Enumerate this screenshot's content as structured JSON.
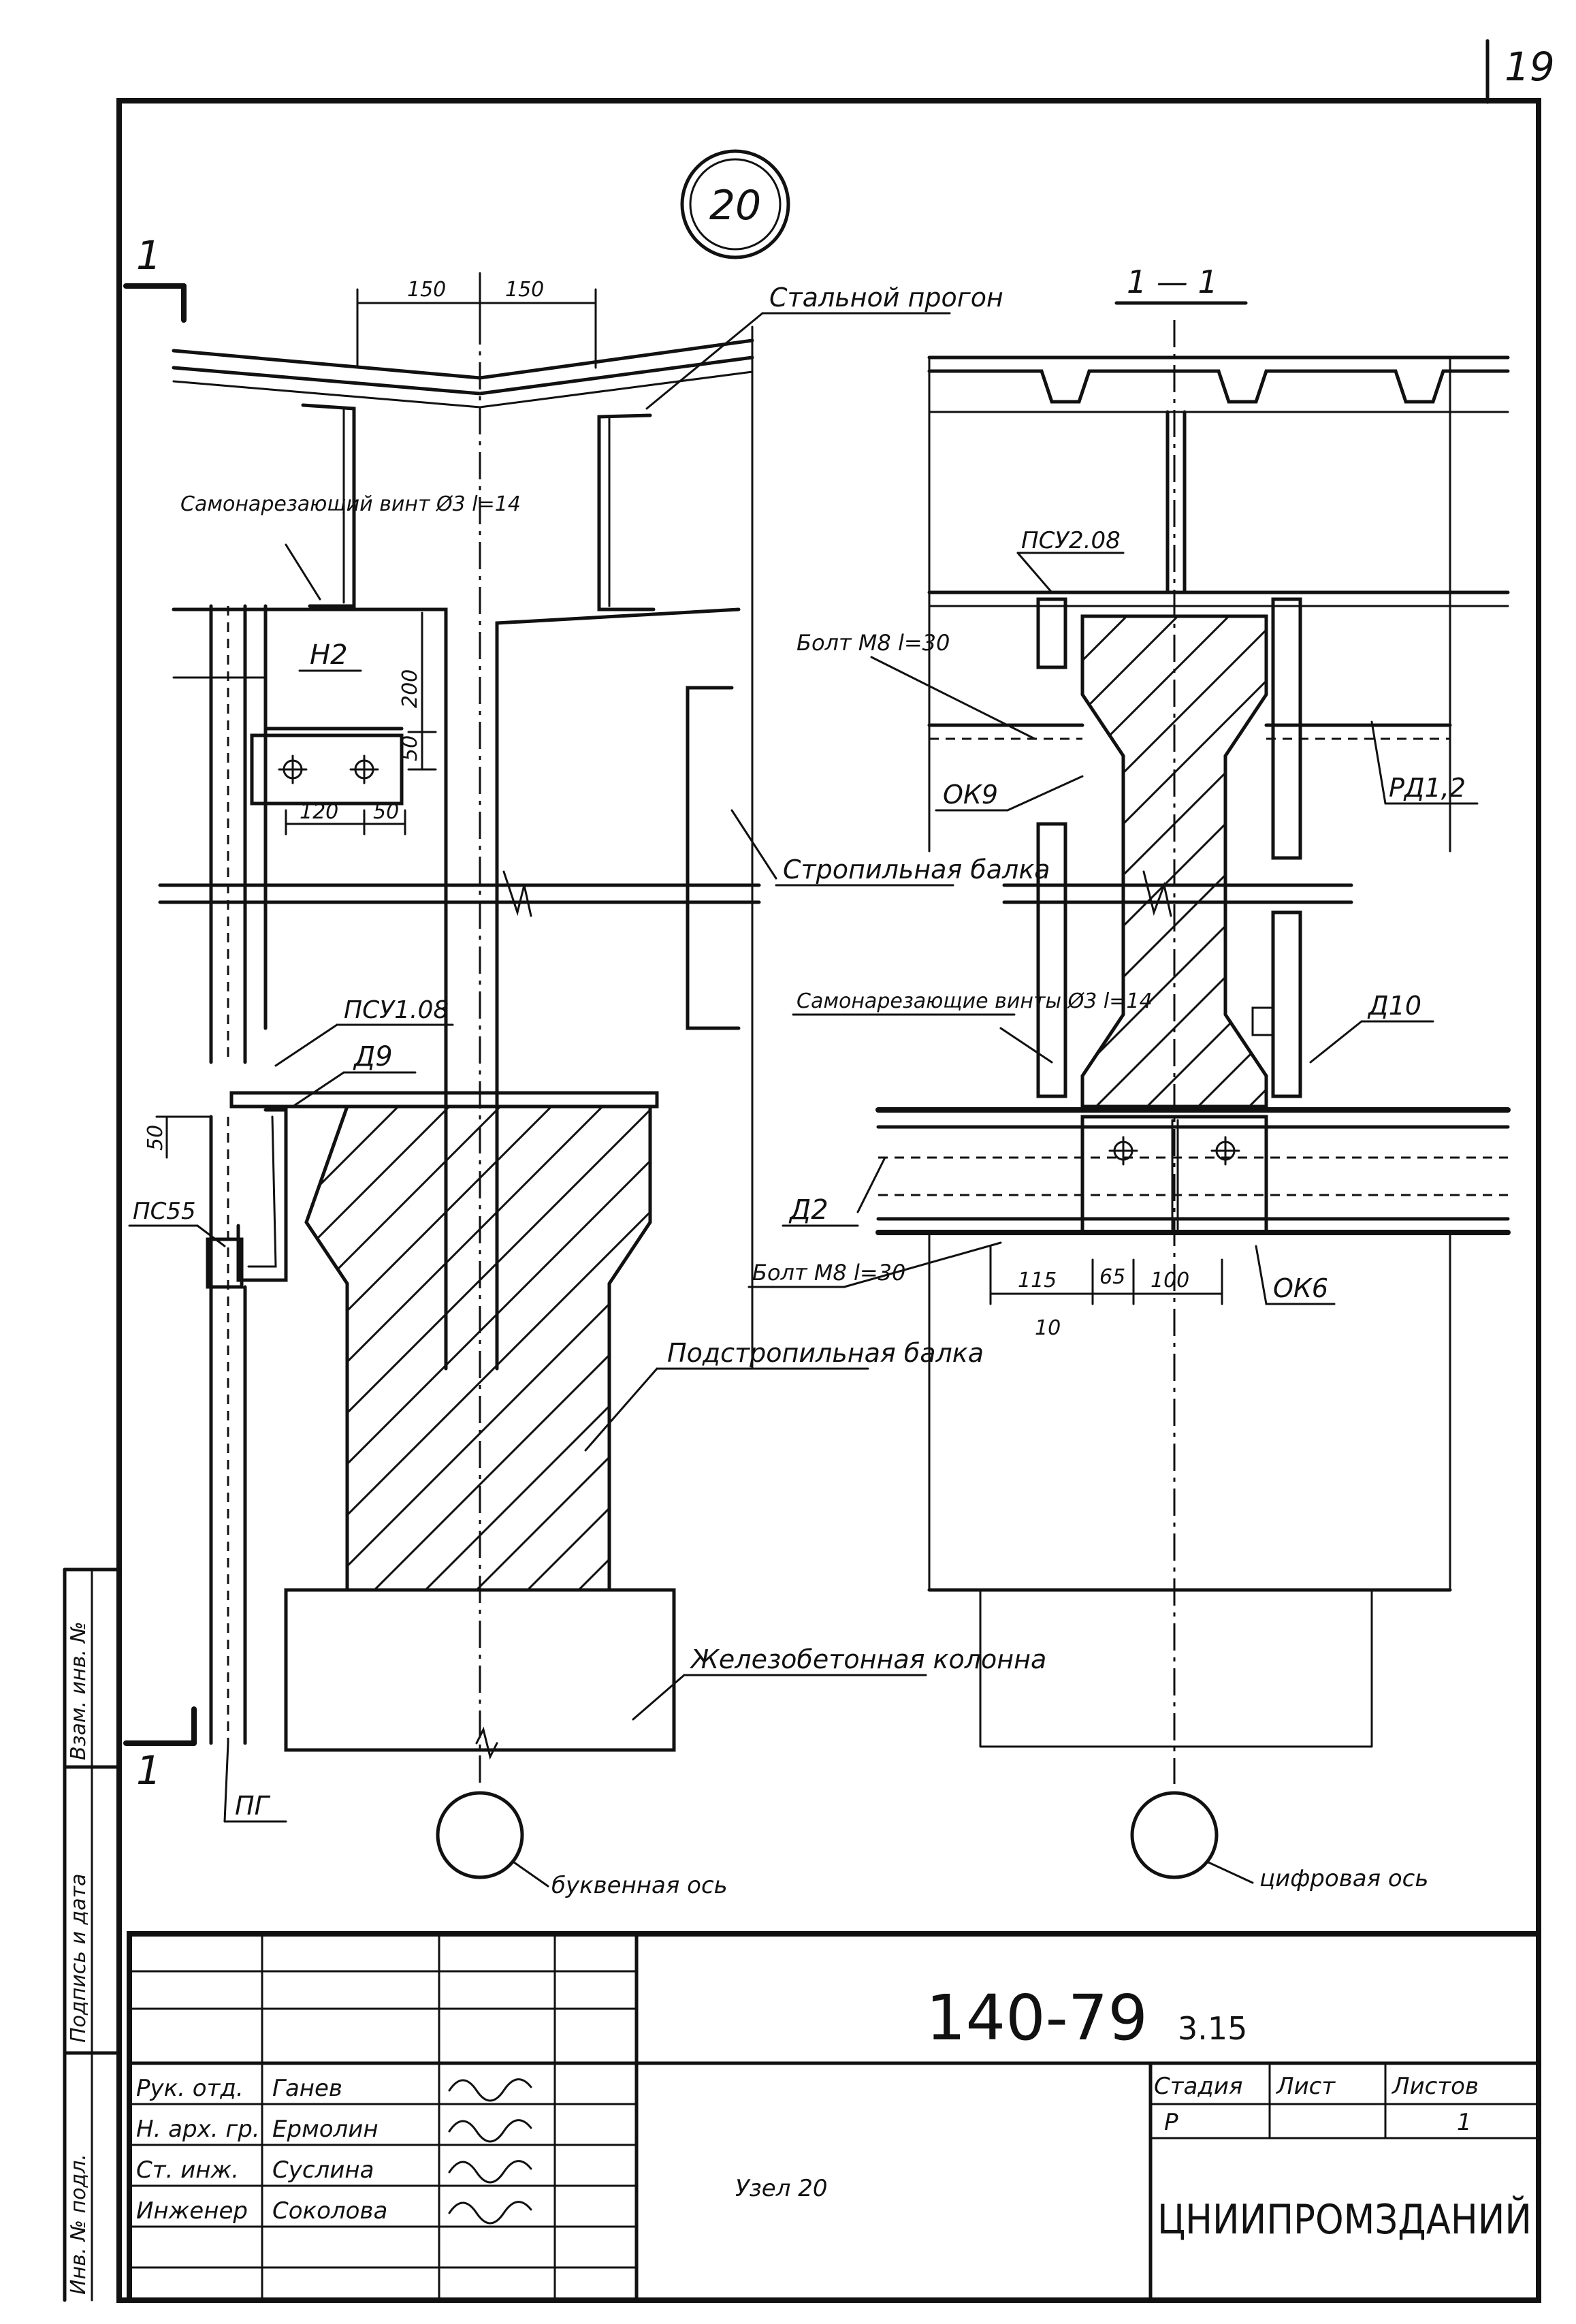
{
  "sheet": {
    "page_number": "19"
  },
  "node": {
    "circle_number": "20",
    "section_marker": "1",
    "section_title": "1 — 1",
    "section_marker_bottom": "1"
  },
  "labels": {
    "steel_purlin": "Стальной прогон",
    "self_tapping_screw_left": "Самонарезающий винт Ø3 l=14",
    "n2": "Н2",
    "rafter_beam": "Стропильная балка",
    "psu_1_08": "ПСУ1.08",
    "d9": "Д9",
    "ps55": "ПС55",
    "sub_rafter_beam": "Подстропильная балка",
    "rc_column": "Железобетонная колонна",
    "pg": "ПГ",
    "letter_axis": "буквенная ось",
    "digital_axis": "цифровая ось",
    "psu_2_08": "ПСУ2.08",
    "bolt_top": "Болт М8 l=30",
    "ok9": "ОК9",
    "rd12": "РД1,2",
    "self_tapping_screws_right": "Самонарезающие винты Ø3 l=14",
    "d10": "Д10",
    "d2": "Д2",
    "bolt_bottom": "Болт М8 l=30",
    "ok6": "ОК6"
  },
  "dimensions": {
    "d150_left": "150",
    "d150_right": "150",
    "d200": "200",
    "d50_plate": "50",
    "d120": "120",
    "d50_bottom": "50",
    "d50_left": "50",
    "d115": "115",
    "d65": "65",
    "d100": "100",
    "d10": "10"
  },
  "side_stamp": {
    "inv_no_replaced": "Взам. инв. №",
    "signature_date": "Подпись и дата",
    "inv_no_original": "Инв. № подл."
  },
  "title_block": {
    "document_code": "140-79",
    "document_code_suffix": "3.15",
    "title": "Узел 20",
    "stage_header": "Стадия",
    "sheet_header": "Лист",
    "sheets_header": "Листов",
    "stage_value": "Р",
    "sheets_value": "1",
    "organization": "ЦНИИПРОМЗДАНИЙ",
    "staff": [
      {
        "role": "Рук. отд.",
        "name": "Ганев"
      },
      {
        "role": "Н. арх. гр.",
        "name": "Ермолин"
      },
      {
        "role": "Ст. инж.",
        "name": "Суслина"
      },
      {
        "role": "Инженер",
        "name": "Соколова"
      }
    ]
  }
}
